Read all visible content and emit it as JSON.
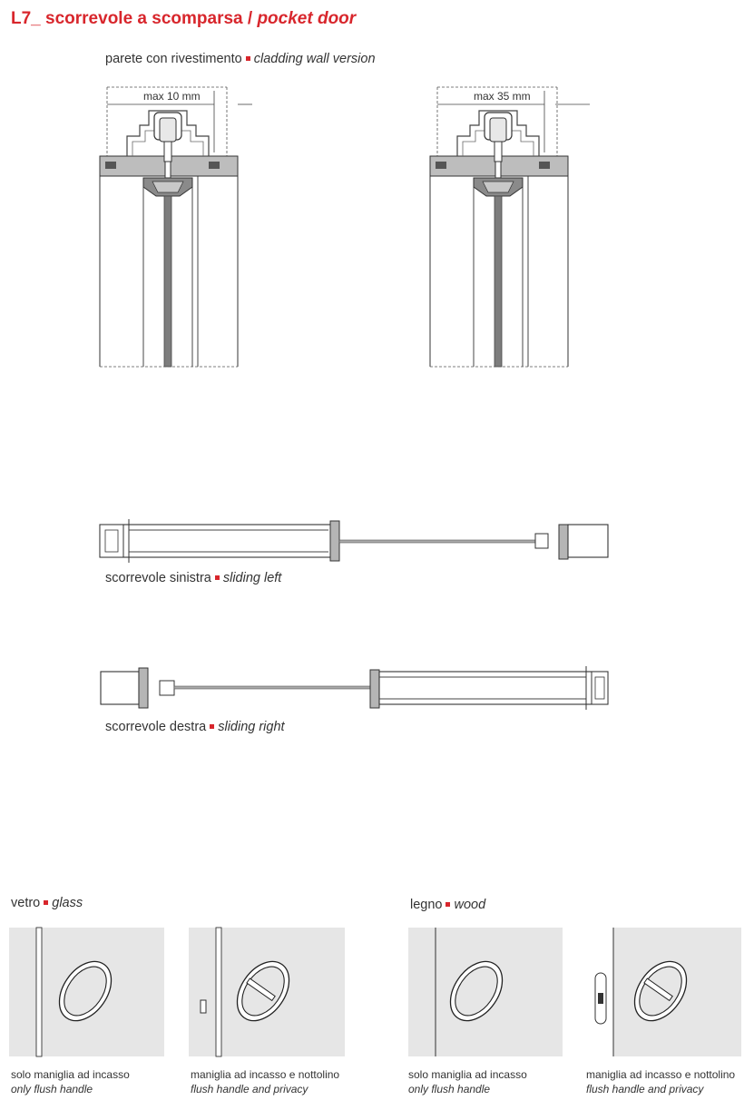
{
  "header": {
    "code": "L7_",
    "title_it": "scorrevole a scomparsa",
    "separator": "/",
    "title_en": "pocket door"
  },
  "section_top": {
    "label_it": "parete con rivestimento",
    "label_en": "cladding wall version",
    "dim_left": "max 10 mm",
    "dim_right": "max 35 mm"
  },
  "plan_left": {
    "label_it": "scorrevole sinistra",
    "label_en": "sliding left"
  },
  "plan_right": {
    "label_it": "scorrevole destra",
    "label_en": "sliding right"
  },
  "glass": {
    "label_it": "vetro",
    "label_en": "glass",
    "options": [
      {
        "it": "solo maniglia ad incasso",
        "en": "only flush handle"
      },
      {
        "it": "maniglia ad incasso e nottolino",
        "en": "flush handle and privacy"
      }
    ]
  },
  "wood": {
    "label_it": "legno",
    "label_en": "wood",
    "options": [
      {
        "it": "solo maniglia ad incasso",
        "en": "only flush handle"
      },
      {
        "it": "maniglia ad incasso e nottolino",
        "en": "flush handle and privacy"
      }
    ]
  },
  "colors": {
    "accent": "#d8262c",
    "line": "#444444",
    "profile": "#7a7a7a",
    "panel": "#e6e6e6"
  }
}
